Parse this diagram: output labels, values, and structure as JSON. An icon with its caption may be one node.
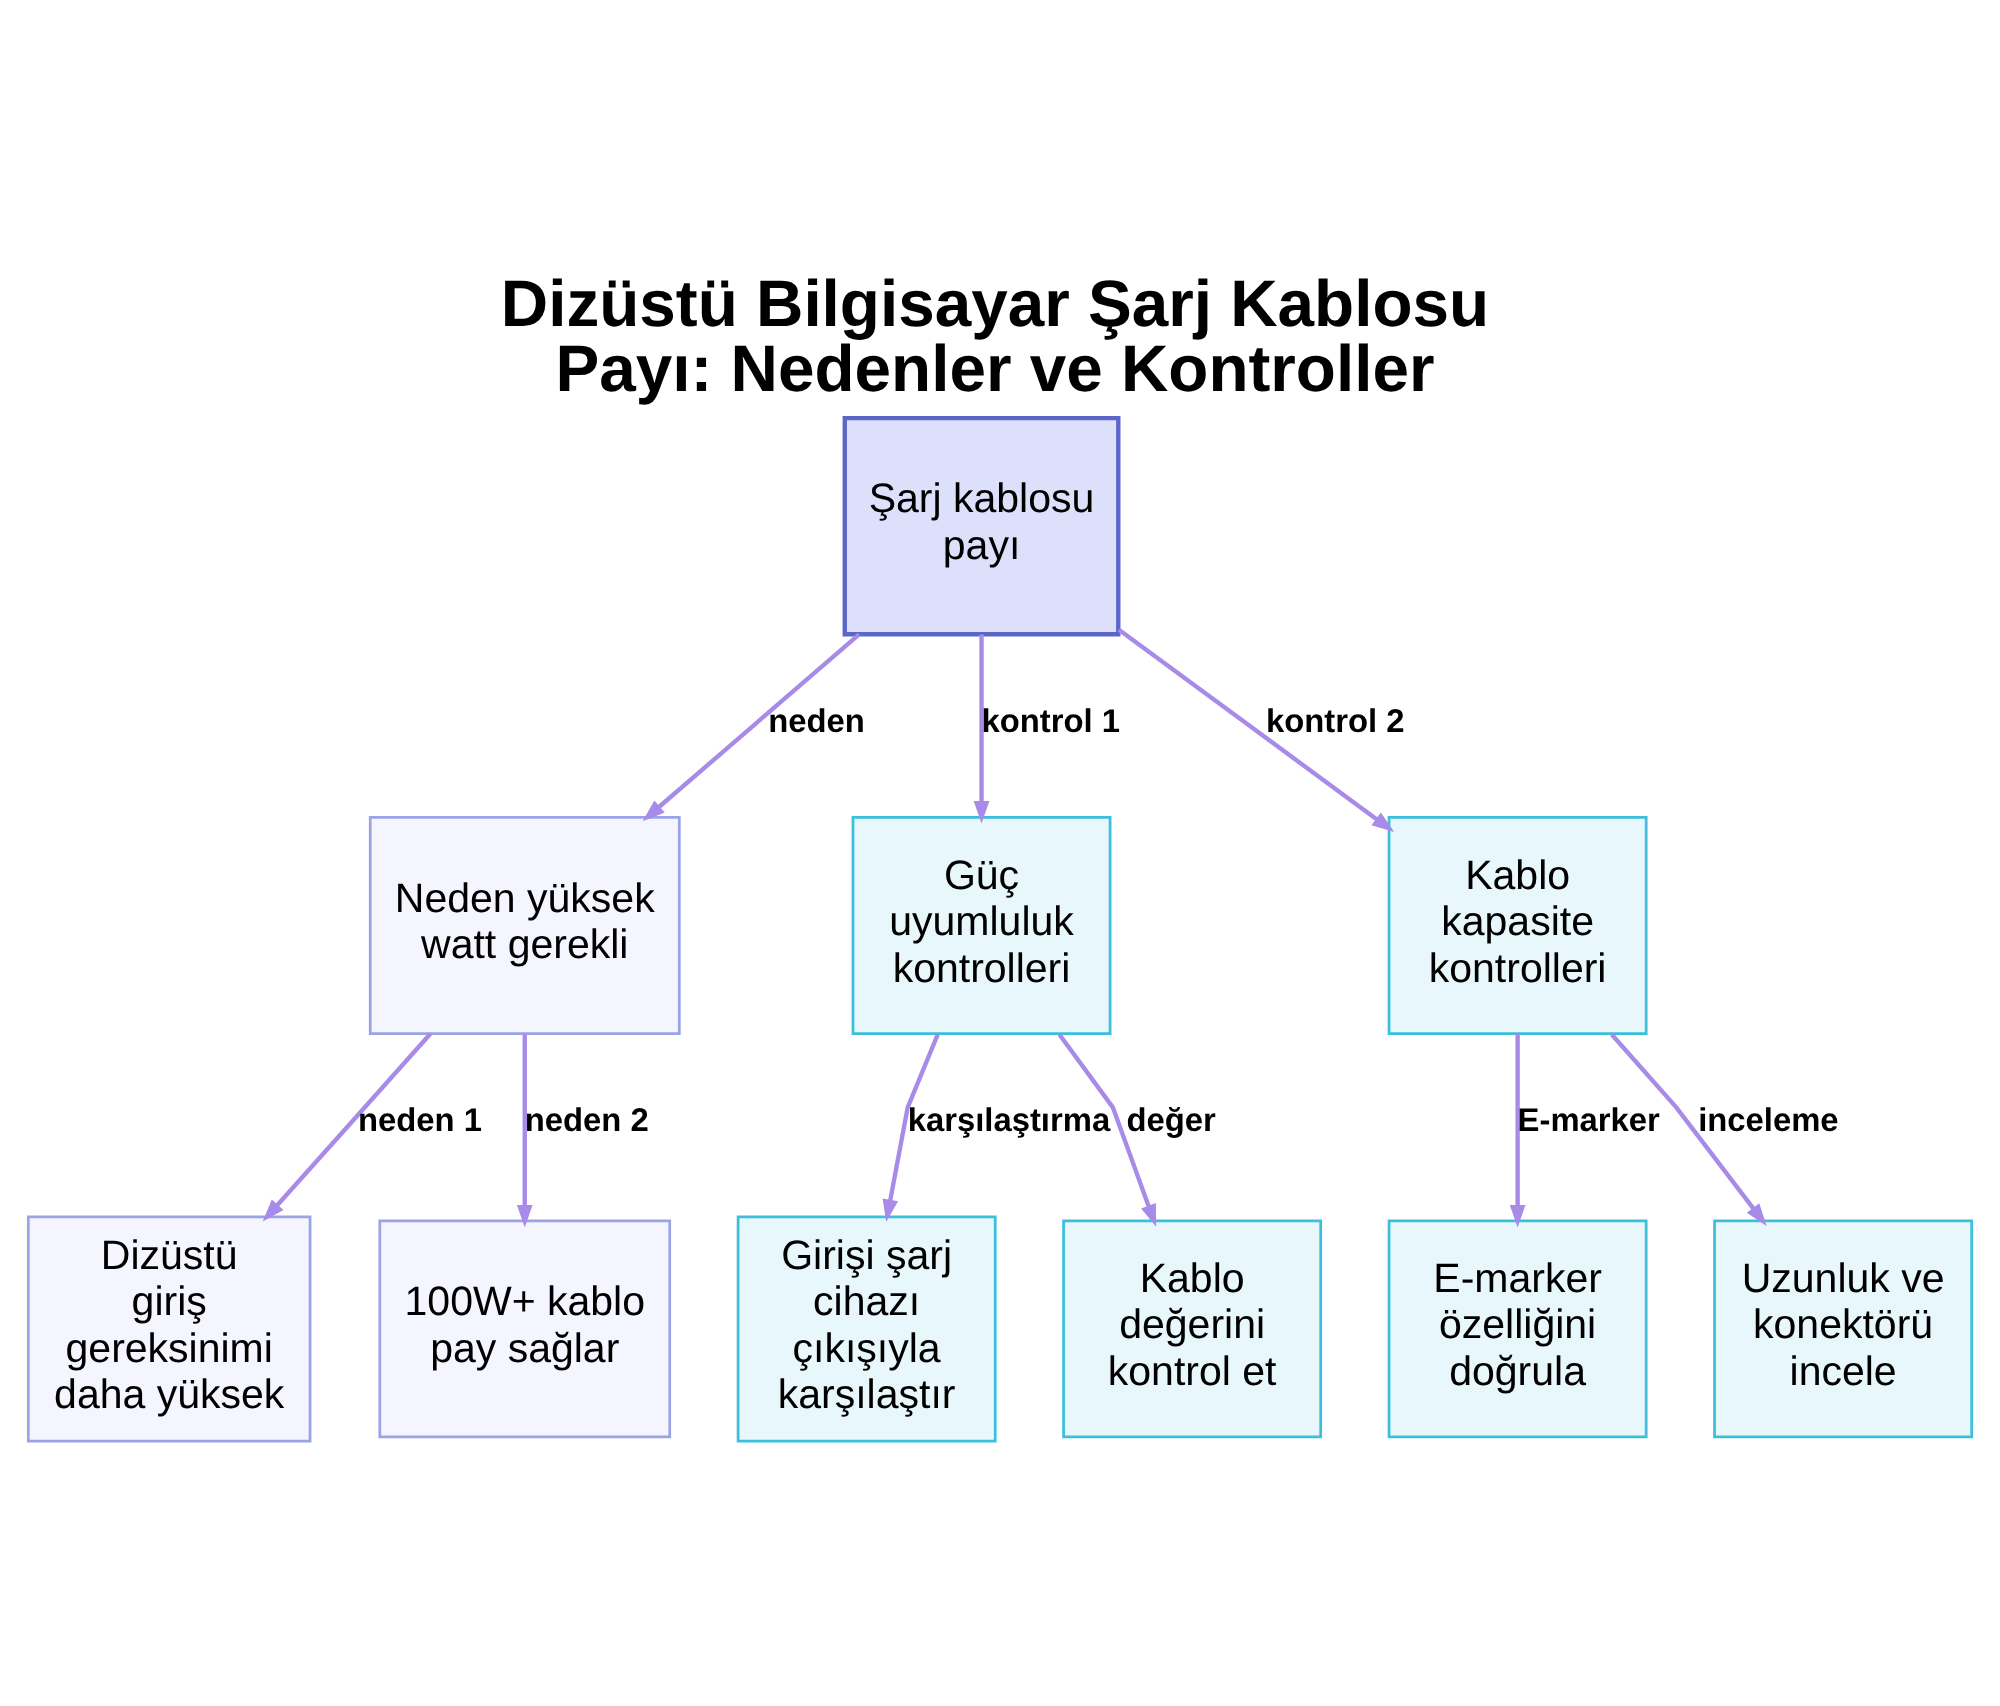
{
  "diagram": {
    "title": "Dizüstü Bilgisayar Şarj Kablosu Payı: Nedenler ve Kontroller",
    "nodes": [
      {
        "text": [
          "Şarj kablosu payı"
        ]
      },
      {
        "text": [
          "Neden yüksek watt gerekli"
        ]
      },
      {
        "text": [
          "Güç uyumluluk kontrolleri"
        ]
      },
      {
        "text": [
          "Kablo kapasite kontrolleri"
        ]
      },
      {
        "text": [
          "Dizüstü giriş gereksinimi daha yüksek"
        ]
      },
      {
        "text": [
          "100W+ kablo pay sağlar"
        ]
      },
      {
        "text": [
          "Girişi şarj cihazı çıkışıyla karşılaştır"
        ]
      },
      {
        "text": [
          "Kablo değerini kontrol et"
        ]
      },
      {
        "text": [
          "E-marker özelliğini doğrula"
        ]
      },
      {
        "text": [
          "Uzunluk ve konektörü incele"
        ]
      }
    ],
    "edges": [
      {
        "from": 0,
        "to": 1,
        "arrow": "to",
        "label": "neden"
      },
      {
        "from": 0,
        "to": 2,
        "arrow": "to",
        "label": "kontrol 1"
      },
      {
        "from": 0,
        "to": 3,
        "arrow": "to",
        "label": "kontrol 2"
      },
      {
        "from": 1,
        "to": 4,
        "arrow": "to",
        "label": "neden 1"
      },
      {
        "from": 1,
        "to": 5,
        "arrow": "to",
        "label": "neden 2"
      },
      {
        "from": 2,
        "to": 6,
        "arrow": "to",
        "label": "karşılaştırma"
      },
      {
        "from": 2,
        "to": 7,
        "arrow": "to",
        "label": "değer"
      },
      {
        "from": 3,
        "to": 8,
        "arrow": "to",
        "label": "E-marker"
      },
      {
        "from": 3,
        "to": 9,
        "arrow": "to",
        "label": "inceleme"
      }
    ]
  }
}
